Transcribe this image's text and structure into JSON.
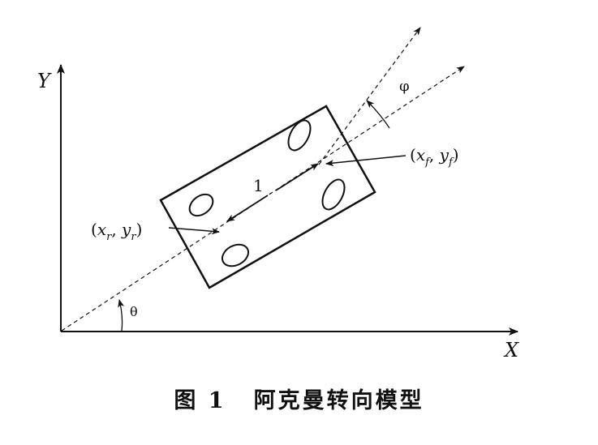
{
  "axes": {
    "x_label": "X",
    "y_label": "Y"
  },
  "angles": {
    "theta": "θ",
    "phi": "φ"
  },
  "wheelbase_label": "1",
  "front_point": {
    "x_sym": "x",
    "x_sub": "f",
    "y_sym": "y",
    "y_sub": "f"
  },
  "rear_point": {
    "x_sym": "x",
    "x_sub": "r",
    "y_sym": "y",
    "y_sub": "r"
  },
  "caption": {
    "figure_number": "图 1",
    "title": "阿克曼转向模型"
  },
  "colors": {
    "ink": "#111111",
    "background": "#ffffff"
  }
}
